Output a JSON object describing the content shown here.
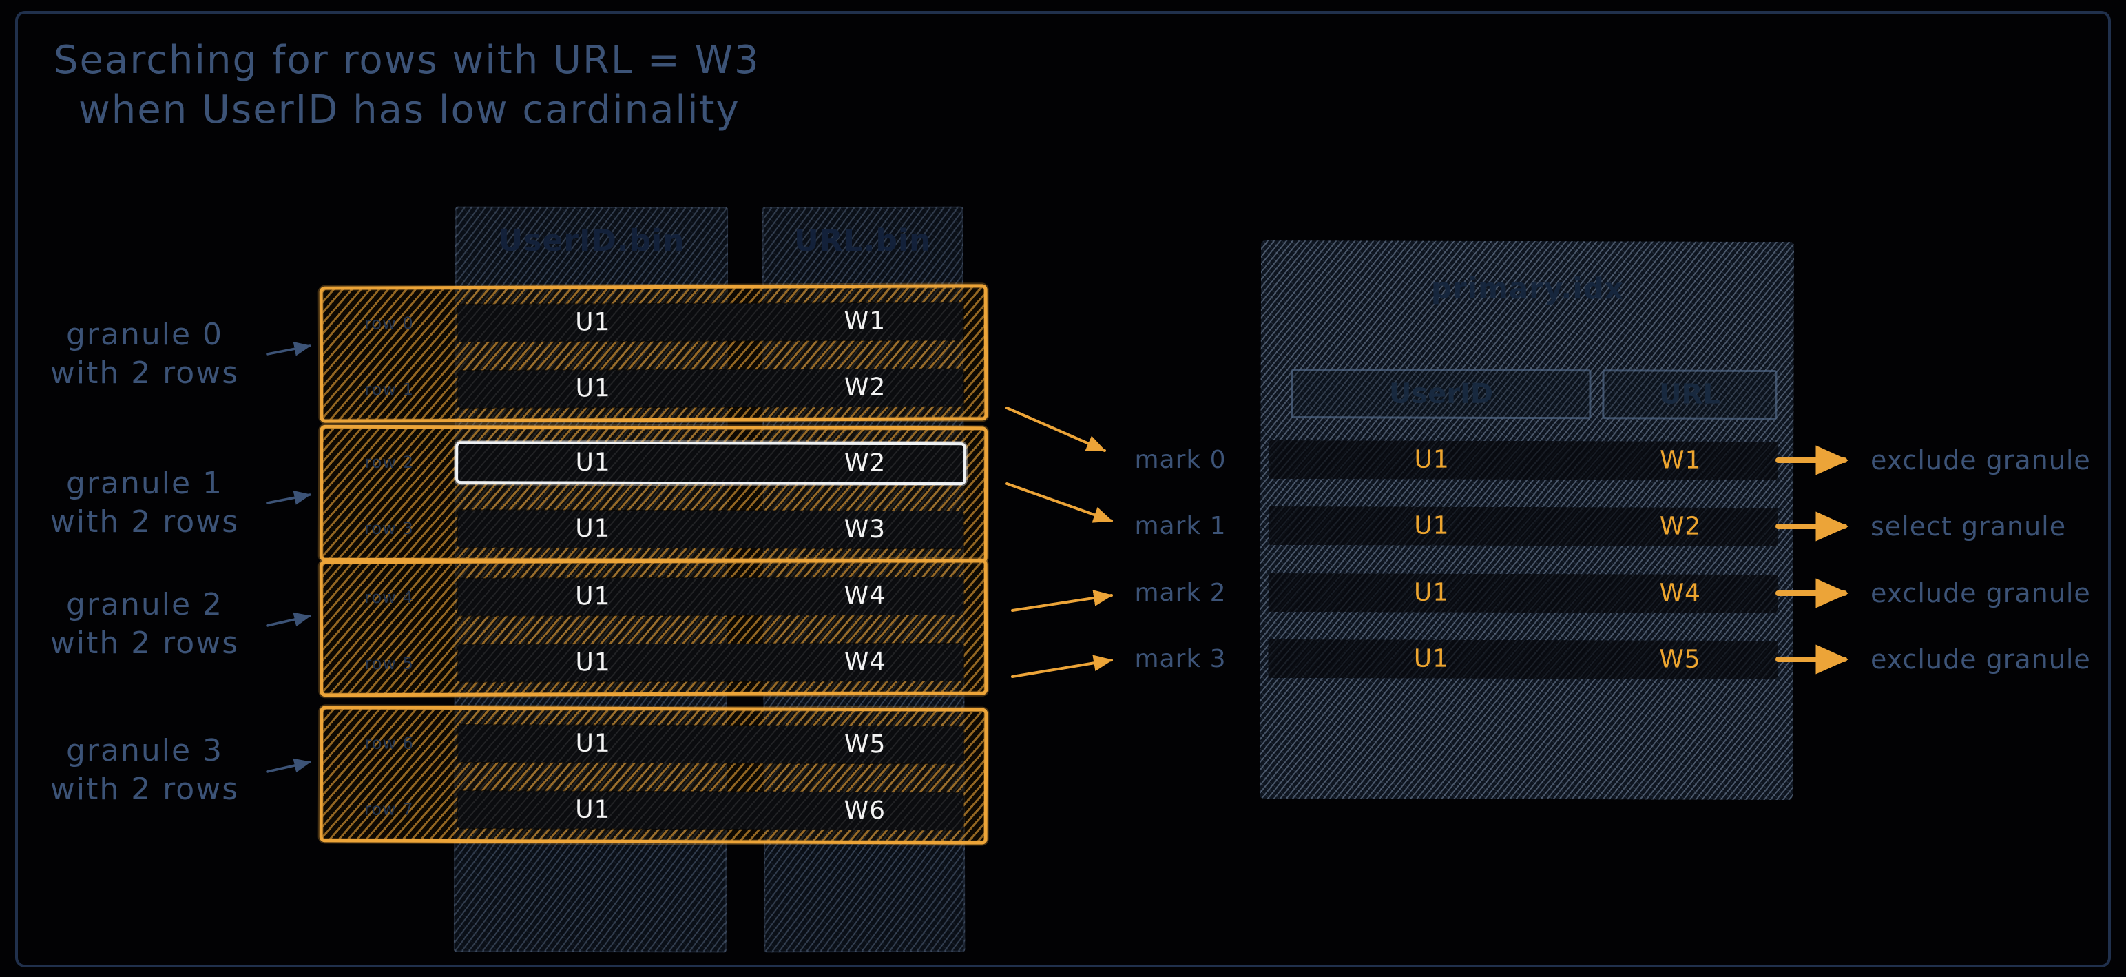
{
  "title": {
    "line1": "Searching for rows with URL = W3",
    "line2": "when UserID has low cardinality"
  },
  "bin_columns": {
    "userid_header": "UserID.bin",
    "url_header": "URL.bin"
  },
  "granules": [
    {
      "label_line1": "granule 0",
      "label_line2": "with 2 rows",
      "rows": [
        {
          "row_label": "row 0",
          "user_id": "U1",
          "url": "W1"
        },
        {
          "row_label": "row 1",
          "user_id": "U1",
          "url": "W2"
        }
      ]
    },
    {
      "label_line1": "granule 1",
      "label_line2": "with 2 rows",
      "rows": [
        {
          "row_label": "row 2",
          "user_id": "U1",
          "url": "W2"
        },
        {
          "row_label": "row 3",
          "user_id": "U1",
          "url": "W3"
        }
      ]
    },
    {
      "label_line1": "granule 2",
      "label_line2": "with 2 rows",
      "rows": [
        {
          "row_label": "row 4",
          "user_id": "U1",
          "url": "W4"
        },
        {
          "row_label": "row 5",
          "user_id": "U1",
          "url": "W4"
        }
      ]
    },
    {
      "label_line1": "granule 3",
      "label_line2": "with 2 rows",
      "rows": [
        {
          "row_label": "row 6",
          "user_id": "U1",
          "url": "W5"
        },
        {
          "row_label": "row 7",
          "user_id": "U1",
          "url": "W6"
        }
      ]
    }
  ],
  "index_table": {
    "title": "primary.idx",
    "col_userid": "UserID",
    "col_url": "URL",
    "rows": [
      {
        "mark": "mark 0",
        "user_id": "U1",
        "url": "W1",
        "action": "exclude granule"
      },
      {
        "mark": "mark 1",
        "user_id": "U1",
        "url": "W2",
        "action": "select granule"
      },
      {
        "mark": "mark 2",
        "user_id": "U1",
        "url": "W4",
        "action": "exclude granule"
      },
      {
        "mark": "mark 3",
        "user_id": "U1",
        "url": "W5",
        "action": "exclude granule"
      }
    ]
  },
  "colors": {
    "accent_yellow": "#eca438",
    "slate_text": "#3c5377",
    "frame_border": "#20304c",
    "row_text": "#ffffff",
    "highlight_outline": "#eef1f4"
  }
}
